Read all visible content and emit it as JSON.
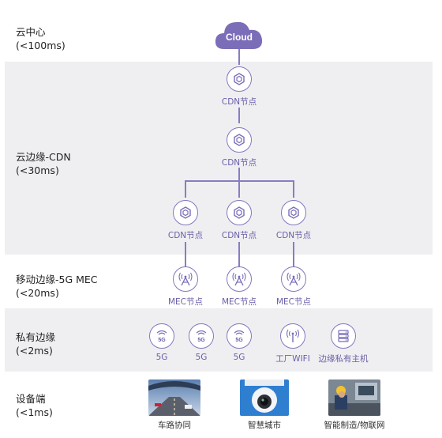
{
  "tiers": [
    {
      "name": "云中心",
      "latency": "(<100ms)"
    },
    {
      "name": "云边缘-CDN",
      "latency": "(<30ms)"
    },
    {
      "name": "移动边缘-5G MEC",
      "latency": "(<20ms)"
    },
    {
      "name": "私有边缘",
      "latency": "(<2ms)"
    },
    {
      "name": "设备端",
      "latency": "(<1ms)"
    }
  ],
  "cloud": {
    "label": "Cloud"
  },
  "cdn_nodes": [
    {
      "label": "CDN节点",
      "icon": "cube-icon"
    },
    {
      "label": "CDN节点",
      "icon": "cube-icon"
    },
    {
      "label": "CDN节点",
      "icon": "cube-icon"
    },
    {
      "label": "CDN节点",
      "icon": "cube-icon"
    },
    {
      "label": "CDN节点",
      "icon": "cube-icon"
    }
  ],
  "mec_nodes": [
    {
      "label": "MEC节点",
      "icon": "antenna-icon"
    },
    {
      "label": "MEC节点",
      "icon": "antenna-icon"
    },
    {
      "label": "MEC节点",
      "icon": "antenna-icon"
    }
  ],
  "private_edge": {
    "g5": [
      {
        "label": "5G",
        "icon_text": "5G"
      },
      {
        "label": "5G",
        "icon_text": "5G"
      },
      {
        "label": "5G",
        "icon_text": "5G"
      }
    ],
    "wifi": {
      "label": "工厂WIFI",
      "icon": "wifi-antenna-icon"
    },
    "host": {
      "label": "边缘私有主机",
      "icon": "server-icon"
    }
  },
  "devices": [
    {
      "label": "车路协同",
      "icon": "road-photo"
    },
    {
      "label": "智慧城市",
      "icon": "camera-photo"
    },
    {
      "label": "智能制造/物联网",
      "icon": "factory-photo"
    }
  ],
  "colors": {
    "accent": "#7b6db8",
    "line": "#8a7cc0",
    "band": "#efeff1"
  }
}
